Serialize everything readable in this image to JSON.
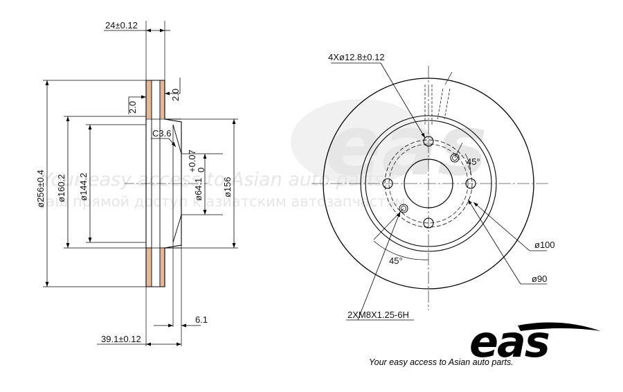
{
  "watermark": {
    "logo": "eas",
    "line1": "Your easy access to Asian auto parts.",
    "line2": "Ваш прямой доступ к азиатским автозапчастям."
  },
  "brand": {
    "logo": "eas",
    "tagline": "Your easy access to Asian auto parts."
  },
  "side_view": {
    "dims": {
      "thickness": "24±0.12",
      "total_height": "39.1±0.12",
      "hat_offset": "6.1",
      "chamfer": "C3.6",
      "min_left": "2.0",
      "min_right": "2.0",
      "outer_diameter": "ø256±0.4",
      "inner_diameter_1": "ø160.2",
      "inner_diameter_2": "ø144.2",
      "center_bore": "ø64.1",
      "center_bore_tol_upper": "+0.07",
      "center_bore_tol_lower": "0",
      "hat_diameter": "ø156"
    }
  },
  "front_view": {
    "dims": {
      "stud_holes": "4Xø12.8±0.12",
      "angle_top": "45°",
      "angle_bottom": "45°",
      "pcd": "ø100",
      "hub_diameter": "ø90",
      "threads": "2XM8X1.25-6H"
    }
  }
}
